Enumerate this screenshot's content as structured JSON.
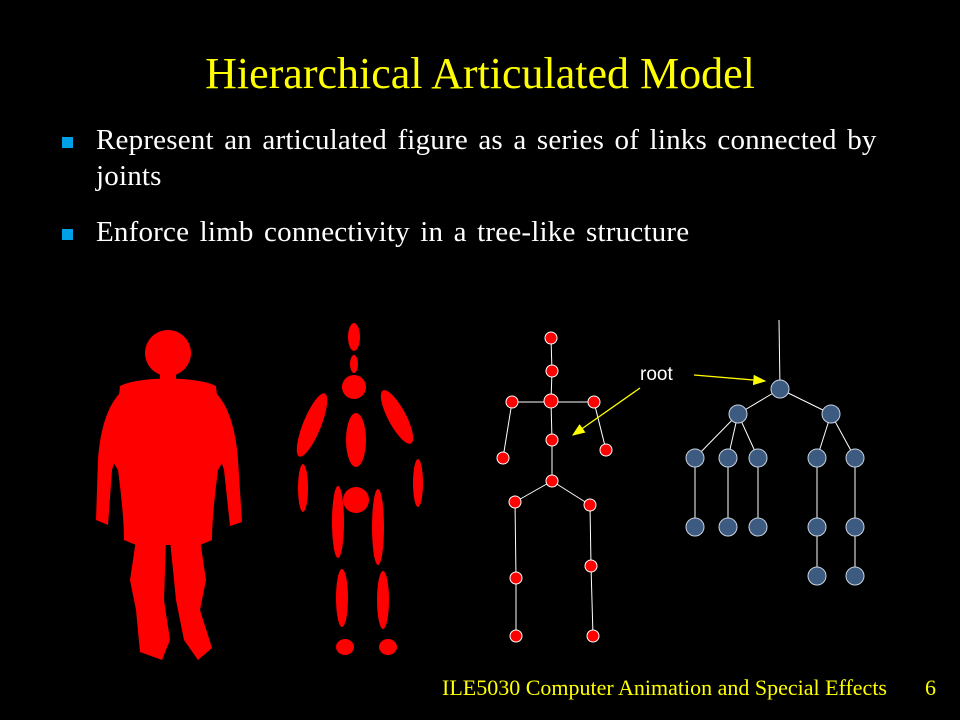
{
  "slide": {
    "title": "Hierarchical Articulated Model",
    "bullets": [
      "Represent an articulated figure as a series of links connected by joints",
      "Enforce limb connectivity in a tree-like structure"
    ],
    "footer_course": "ILE5030 Computer Animation and Special Effects",
    "page_number": "6"
  },
  "diagram": {
    "root_label": "root",
    "colors": {
      "background": "#000000",
      "title": "#ffff00",
      "body_text": "#ffffff",
      "bullet": "#00a0e6",
      "figure": "#ff0000",
      "tree_node": "#3d5a80",
      "arrow": "#ffff00"
    }
  }
}
